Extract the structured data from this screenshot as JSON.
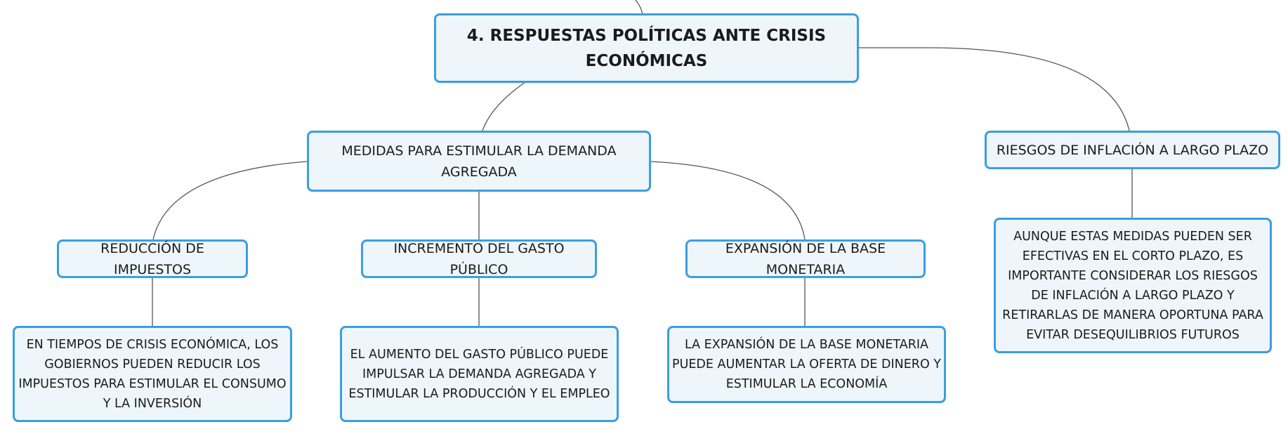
{
  "root": {
    "title": "4. RESPUESTAS POLÍTICAS ANTE CRISIS ECONÓMICAS"
  },
  "branches": {
    "medidas": {
      "label": "MEDIDAS PARA ESTIMULAR LA DEMANDA AGREGADA"
    },
    "riesgos": {
      "label": "RIESGOS DE INFLACIÓN A LARGO PLAZO",
      "detail": "AUNQUE ESTAS MEDIDAS PUEDEN SER EFECTIVAS EN EL CORTO PLAZO, ES IMPORTANTE CONSIDERAR LOS RIESGOS DE INFLACIÓN A LARGO PLAZO Y RETIRARLAS DE MANERA OPORTUNA PARA EVITAR DESEQUILIBRIOS FUTUROS"
    }
  },
  "subtopics": [
    {
      "label": "REDUCCIÓN DE IMPUESTOS",
      "detail": "EN TIEMPOS DE CRISIS ECONÓMICA, LOS GOBIERNOS PUEDEN REDUCIR LOS IMPUESTOS PARA ESTIMULAR EL CONSUMO Y LA INVERSIÓN"
    },
    {
      "label": "INCREMENTO DEL GASTO PÚBLICO",
      "detail": "EL AUMENTO DEL GASTO PÚBLICO PUEDE IMPULSAR LA DEMANDA AGREGADA Y ESTIMULAR LA PRODUCCIÓN Y EL EMPLEO"
    },
    {
      "label": "EXPANSIÓN DE LA BASE MONETARIA",
      "detail": "LA EXPANSIÓN DE LA BASE MONETARIA PUEDE AUMENTAR LA OFERTA DE DINERO Y ESTIMULAR LA ECONOMÍA"
    }
  ],
  "colors": {
    "node_border": "#3b9ee0",
    "node_fill": "#eef6fc",
    "connector": "#555555"
  }
}
